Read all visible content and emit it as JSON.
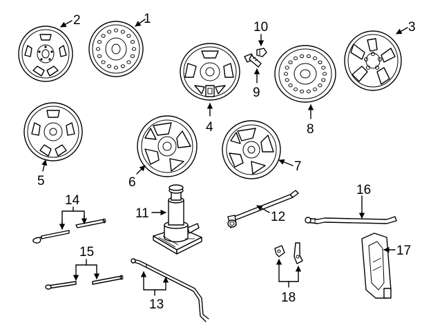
{
  "diagram": {
    "parts": [
      {
        "id": "p1",
        "number": "1"
      },
      {
        "id": "p2",
        "number": "2"
      },
      {
        "id": "p3",
        "number": "3"
      },
      {
        "id": "p4",
        "number": "4"
      },
      {
        "id": "p5",
        "number": "5"
      },
      {
        "id": "p6",
        "number": "6"
      },
      {
        "id": "p7",
        "number": "7"
      },
      {
        "id": "p8",
        "number": "8"
      },
      {
        "id": "p9",
        "number": "9"
      },
      {
        "id": "p10",
        "number": "10"
      },
      {
        "id": "p11",
        "number": "11"
      },
      {
        "id": "p12",
        "number": "12"
      },
      {
        "id": "p13",
        "number": "13"
      },
      {
        "id": "p14",
        "number": "14"
      },
      {
        "id": "p15",
        "number": "15"
      },
      {
        "id": "p16",
        "number": "16"
      },
      {
        "id": "p17",
        "number": "17"
      },
      {
        "id": "p18",
        "number": "18"
      }
    ],
    "line_color": "#000000",
    "background": "#ffffff"
  }
}
